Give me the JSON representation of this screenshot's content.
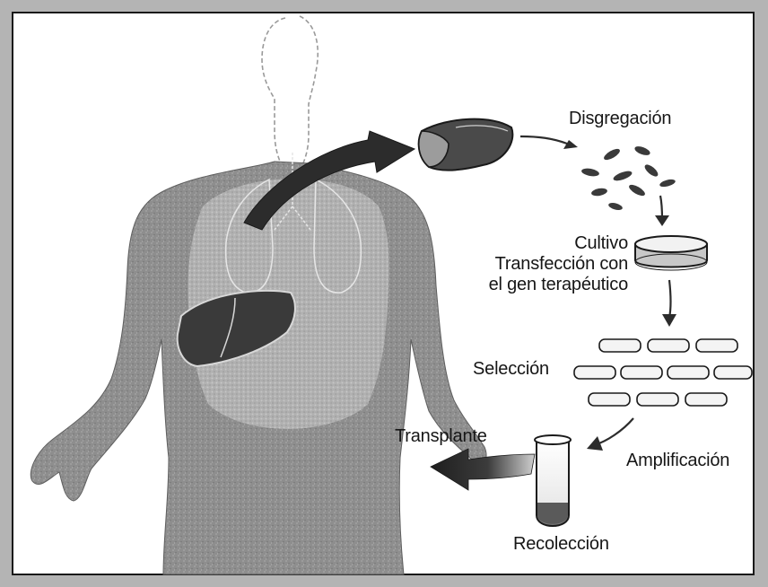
{
  "diagram": {
    "steps": {
      "disaggregation": "Disgregación",
      "culture_lines": [
        "Cultivo",
        "Transfección con",
        "el gen terapéutico"
      ],
      "selection": "Selección",
      "amplification": "Amplificación",
      "collection": "Recolección",
      "transplant": "Transplante"
    },
    "colors": {
      "frame": "#b4b4b4",
      "canvas": "#ffffff",
      "body": "#8e8e8e",
      "organ": "#3a3a3a",
      "arrow": "#2c2c2c",
      "text": "#161616"
    }
  }
}
